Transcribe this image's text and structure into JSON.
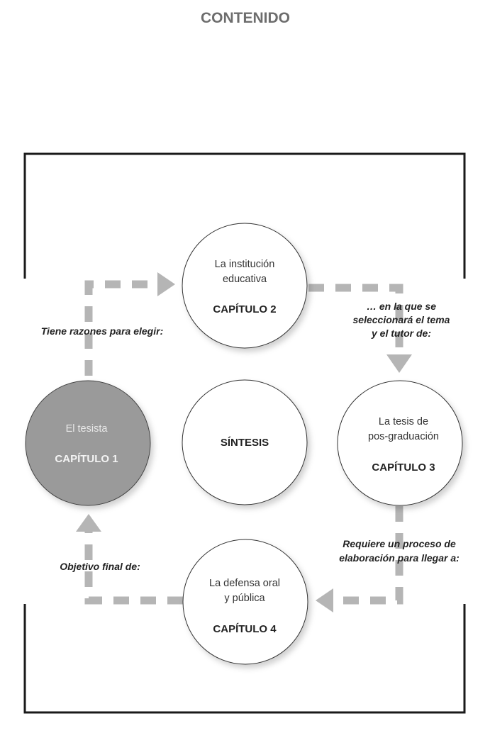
{
  "title": "CONTENIDO",
  "nodes": {
    "c1": {
      "line1": "El tesista",
      "chapter": "CAPÍTULO 1"
    },
    "c2": {
      "line1": "La institución",
      "line2": "educativa",
      "chapter": "CAPÍTULO 2"
    },
    "c3": {
      "line1": "La tesis de",
      "line2": "pos-graduación",
      "chapter": "CAPÍTULO 3"
    },
    "c4": {
      "line1": "La defensa oral",
      "line2": "y pública",
      "chapter": "CAPÍTULO 4"
    },
    "center": {
      "label": "SÍNTESIS"
    }
  },
  "connectors": {
    "c1_to_c2": "Tiene razones para elegir:",
    "c2_to_c3": [
      "… en la que se",
      "seleccionará el tema",
      "y el tutor de:"
    ],
    "c3_to_c4": [
      "Requiere un proceso de",
      "elaboración para llegar a:"
    ],
    "c4_to_c1": "Objetivo final de:"
  },
  "colors": {
    "arrow": "#b5b5b5",
    "highlight_node": "#9a9a9a",
    "frame": "#1a1a1a"
  }
}
